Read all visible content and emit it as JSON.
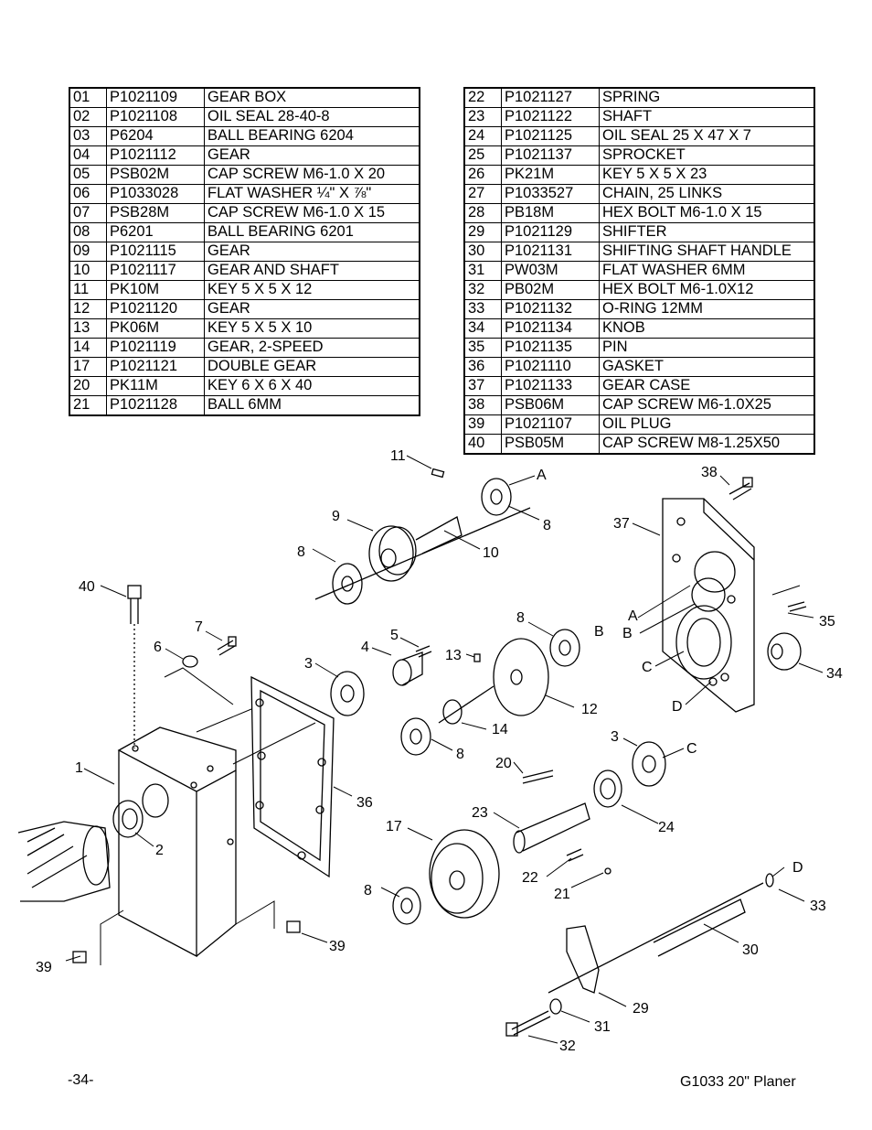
{
  "parts_left": [
    {
      "ref": "01",
      "part": "P1021109",
      "desc": "GEAR BOX"
    },
    {
      "ref": "02",
      "part": "P1021108",
      "desc": "OIL SEAL 28-40-8"
    },
    {
      "ref": "03",
      "part": "P6204",
      "desc": "BALL BEARING 6204"
    },
    {
      "ref": "04",
      "part": "P1021112",
      "desc": "GEAR"
    },
    {
      "ref": "05",
      "part": "PSB02M",
      "desc": "CAP SCREW M6-1.0 X 20"
    },
    {
      "ref": "06",
      "part": "P1033028",
      "desc": "FLAT WASHER ¼\" X ⅞\""
    },
    {
      "ref": "07",
      "part": "PSB28M",
      "desc": "CAP SCREW M6-1.0 X 15"
    },
    {
      "ref": "08",
      "part": "P6201",
      "desc": "BALL BEARING 6201"
    },
    {
      "ref": "09",
      "part": "P1021115",
      "desc": "GEAR"
    },
    {
      "ref": "10",
      "part": "P1021117",
      "desc": "GEAR AND SHAFT"
    },
    {
      "ref": "11",
      "part": "PK10M",
      "desc": "KEY 5 X 5 X 12"
    },
    {
      "ref": "12",
      "part": "P1021120",
      "desc": "GEAR"
    },
    {
      "ref": "13",
      "part": "PK06M",
      "desc": "KEY 5 X 5 X 10"
    },
    {
      "ref": "14",
      "part": "P1021119",
      "desc": "GEAR, 2-SPEED"
    },
    {
      "ref": "17",
      "part": "P1021121",
      "desc": "DOUBLE GEAR"
    },
    {
      "ref": "20",
      "part": "PK11M",
      "desc": "KEY 6 X 6 X 40"
    },
    {
      "ref": "21",
      "part": "P1021128",
      "desc": "BALL 6MM"
    }
  ],
  "parts_right": [
    {
      "ref": "22",
      "part": "P1021127",
      "desc": "SPRING"
    },
    {
      "ref": "23",
      "part": "P1021122",
      "desc": "SHAFT"
    },
    {
      "ref": "24",
      "part": "P1021125",
      "desc": "OIL SEAL 25 X 47 X 7"
    },
    {
      "ref": "25",
      "part": "P1021137",
      "desc": "SPROCKET"
    },
    {
      "ref": "26",
      "part": "PK21M",
      "desc": "KEY 5 X 5 X 23"
    },
    {
      "ref": "27",
      "part": "P1033527",
      "desc": "CHAIN, 25 LINKS"
    },
    {
      "ref": "28",
      "part": "PB18M",
      "desc": "HEX BOLT M6-1.0 X 15"
    },
    {
      "ref": "29",
      "part": "P1021129",
      "desc": "SHIFTER"
    },
    {
      "ref": "30",
      "part": "P1021131",
      "desc": "SHIFTING SHAFT HANDLE"
    },
    {
      "ref": "31",
      "part": "PW03M",
      "desc": "FLAT WASHER 6MM"
    },
    {
      "ref": "32",
      "part": "PB02M",
      "desc": "HEX BOLT M6-1.0X12"
    },
    {
      "ref": "33",
      "part": "P1021132",
      "desc": "O-RING 12MM"
    },
    {
      "ref": "34",
      "part": "P1021134",
      "desc": "KNOB"
    },
    {
      "ref": "35",
      "part": "P1021135",
      "desc": "PIN"
    },
    {
      "ref": "36",
      "part": "P1021110",
      "desc": "GASKET"
    },
    {
      "ref": "37",
      "part": "P1021133",
      "desc": "GEAR CASE"
    },
    {
      "ref": "38",
      "part": "PSB06M",
      "desc": "CAP SCREW M6-1.0X25"
    },
    {
      "ref": "39",
      "part": "P1021107",
      "desc": "OIL PLUG"
    },
    {
      "ref": "40",
      "part": "PSB05M",
      "desc": "CAP SCREW M8-1.25X50"
    }
  ],
  "callouts": [
    "11",
    "A",
    "9",
    "8",
    "10",
    "8",
    "38",
    "37",
    "40",
    "A",
    "B",
    "35",
    "8",
    "B",
    "7",
    "6",
    "5",
    "4",
    "13",
    "3",
    "12",
    "34",
    "C",
    "D",
    "3",
    "C",
    "8",
    "14",
    "1",
    "20",
    "36",
    "23",
    "24",
    "17",
    "2",
    "D",
    "22",
    "21",
    "8",
    "33",
    "30",
    "39",
    "39",
    "29",
    "31",
    "32"
  ],
  "footer": {
    "page": "-34-",
    "model": "G1033 20\" Planer"
  }
}
